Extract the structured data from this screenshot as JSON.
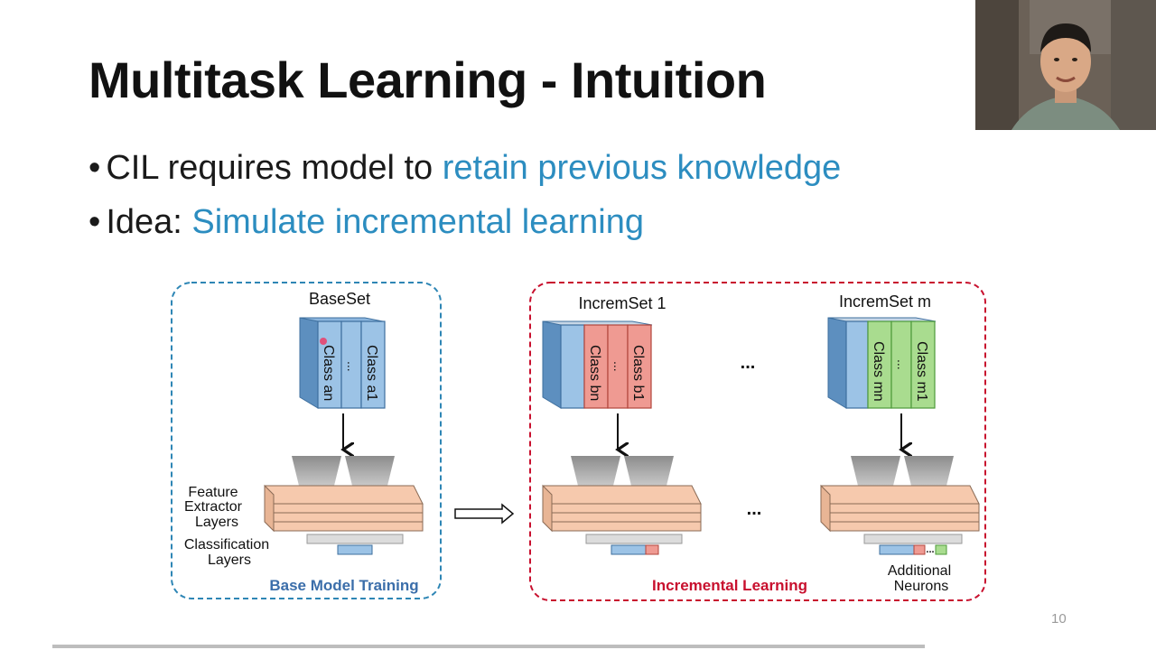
{
  "slide": {
    "title": "Multitask Learning - Intuition",
    "page_number": "10",
    "bullets": [
      {
        "prefix": "CIL requires model to ",
        "highlight": "retain previous knowledge"
      },
      {
        "prefix": "Idea: ",
        "highlight": "Simulate incremental learning"
      }
    ],
    "highlight_color": "#2c8dc0"
  },
  "diagram": {
    "base_panel": {
      "caption": "Base Model Training",
      "set_label": "BaseSet",
      "class_first": "Class an",
      "class_dots": "...",
      "class_last": "Class a1",
      "feature_label_1": "Feature",
      "feature_label_2": "Extractor",
      "feature_label_3": "Layers",
      "class_label_1": "Classification",
      "class_label_2": "Layers",
      "border_color": "#2e86b5"
    },
    "incremental_panel": {
      "caption": "Incremental Learning",
      "set1_label": "IncremSet 1",
      "set1_class_first": "Class bn",
      "set1_class_dots": "...",
      "set1_class_last": "Class b1",
      "setm_label": "IncremSet m",
      "setm_class_first": "Class mn",
      "setm_class_dots": "...",
      "setm_class_last": "Class m1",
      "ellipsis_top": "...",
      "ellipsis_mid": "...",
      "ellipsis_neurons": "...",
      "neurons_label_1": "Additional",
      "neurons_label_2": "Neurons",
      "border_color": "#c8102e"
    }
  }
}
